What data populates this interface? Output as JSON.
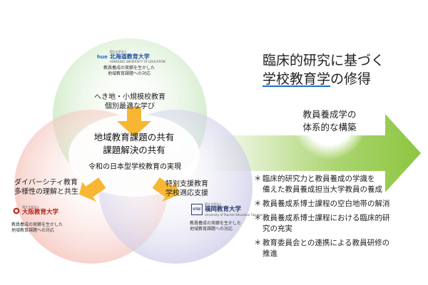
{
  "headline": {
    "line1": "臨床的研究に基づく",
    "line2_highlight": "学校教育学",
    "line2_rest": "の修得"
  },
  "goal_circle": {
    "line1": "教員養成学の",
    "line2": "体系的な構築"
  },
  "top_circle": {
    "university_tag": "国立大学法人",
    "university_name": "北海道教育大学",
    "university_subtag": "HOKKAIDO UNIVERSITY OF EDUCATION",
    "logo_text": "hue",
    "desc_line1": "教員養成の実績を生かした",
    "desc_line2": "地域教育課題への対応",
    "theme_line1": "へき地・小規模校教育",
    "theme_line2": "個別最適な学び"
  },
  "left_circle": {
    "university_tag": "国立大学法人",
    "university_name": "大阪教育大学",
    "desc_line1": "教員養成の実績を生かした",
    "desc_line2": "地域教育課題への対応",
    "theme_line1": "ダイバーシティ教育",
    "theme_line2": "多様性の理解と共生"
  },
  "right_circle": {
    "university_tag": "国立大学法人",
    "university_name": "福岡教育大学",
    "university_subtag": "University of Teacher Education Fukuoka",
    "logo_text": "UTEF",
    "desc_line1": "教員養成の実績を生かした",
    "desc_line2": "地域教育課題への対応",
    "theme_line1": "特別支援教育",
    "theme_line2": "学校適応支援"
  },
  "center": {
    "line1": "地域教育課題の共有",
    "line2": "課題解決の共有",
    "line3": "令和の日本型学校教育の実現"
  },
  "bullets": {
    "mark": "＊",
    "items": [
      {
        "line1": "臨床的研究力と教員養成の学識を",
        "line2": "備えた教員養成担当大学教員の養成"
      },
      {
        "line1": "教員養成系博士課程の空白地帯の解消",
        "line2": ""
      },
      {
        "line1": "教員養成系博士課程における臨床的研",
        "line2": "究の充実"
      },
      {
        "line1": "教育委員会との連携による教員研修の",
        "line2": "推進"
      }
    ]
  },
  "colors": {
    "green_circle": "#bfe3b4",
    "red_circle": "#f3b7ad",
    "purple_circle": "#c8c6e6",
    "arrow": "#8dc63f",
    "goal_circle": "#ffffff",
    "center_arrow": "#f7b733",
    "accent_underline": "#1f6fd0"
  }
}
